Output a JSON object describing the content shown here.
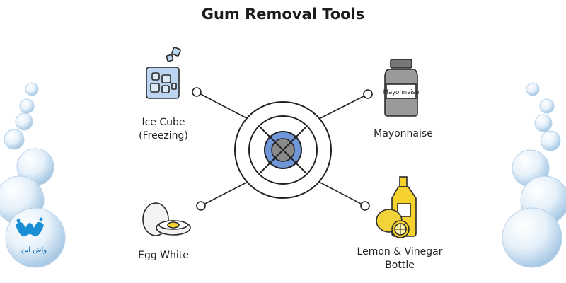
{
  "title": "Gum Removal Tools",
  "tools": {
    "ice_cube": {
      "label_line1": "Ice Cube",
      "label_line2": "(Freezing)"
    },
    "mayonnaise": {
      "label": "Mayonnaise",
      "jar_text": "Mayonnaise"
    },
    "egg_white": {
      "label": "Egg White"
    },
    "lemon_vinegar": {
      "label_line1": "Lemon & Vinegar",
      "label_line2": "Bottle"
    }
  },
  "logo": {
    "text": "واش این"
  },
  "colors": {
    "line": "#222222",
    "center_blue": "#6f97d8",
    "center_gray": "#8a8a8a",
    "ice_blue": "#bcd6f2",
    "lemon_yellow": "#f5d22e",
    "bubble_blue": "#cfe3f3"
  }
}
